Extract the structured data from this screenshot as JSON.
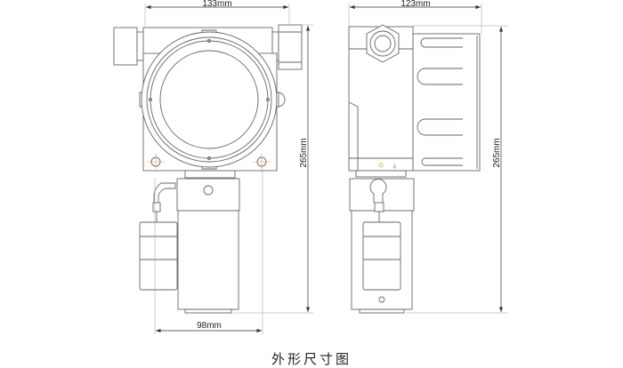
{
  "front_view": {
    "width_label": "133mm",
    "height_label": "265mm",
    "base_width_label": "98mm"
  },
  "side_view": {
    "width_label": "123mm",
    "height_label": "265mm"
  },
  "caption": "外形尺寸图"
}
